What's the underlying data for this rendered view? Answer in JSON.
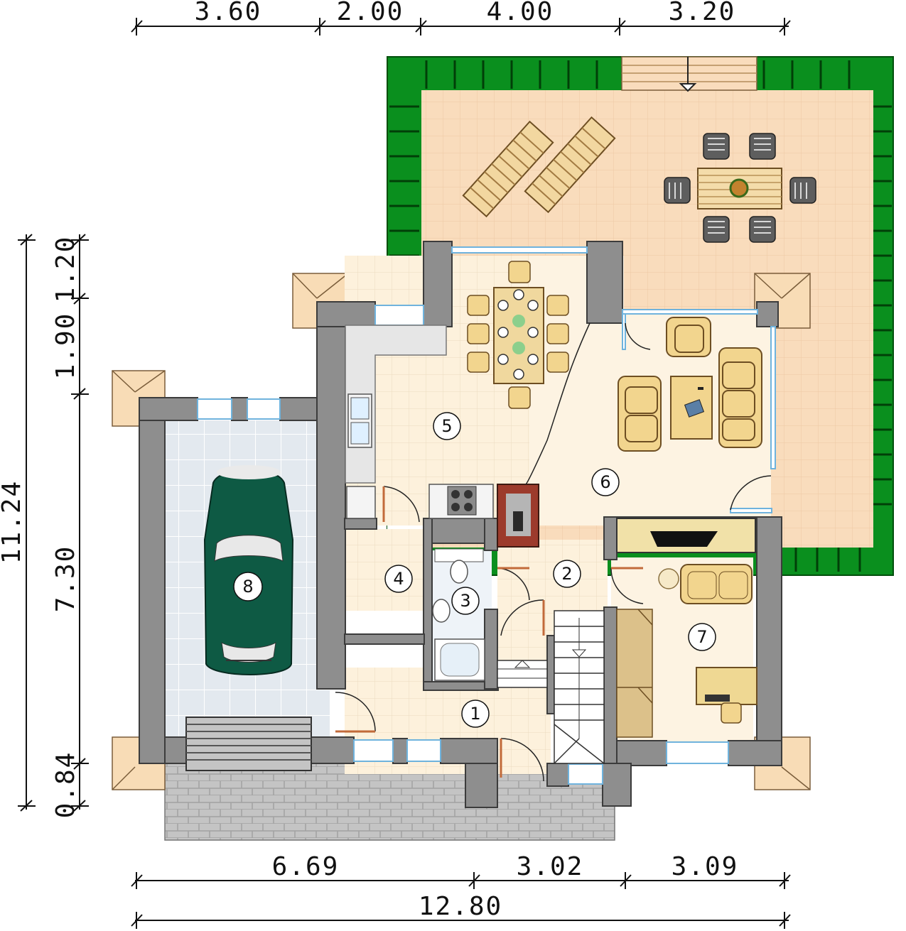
{
  "dimensions": {
    "top": [
      "3.60",
      "2.00",
      "4.00",
      "3.20"
    ],
    "bottom": [
      "6.69",
      "3.02",
      "3.09"
    ],
    "total": "12.80",
    "left_outer": "11.24",
    "left_inner": [
      "1.20",
      "1.90",
      "7.30",
      "0.84"
    ]
  },
  "rooms": [
    "1",
    "2",
    "3",
    "4",
    "5",
    "6",
    "7",
    "8"
  ],
  "colors": {
    "wall": "#8e8e8e",
    "terrace_floor": "#f9dcbc",
    "roof_green": "#0a8f1e",
    "garage_floor": "#e2e8ee",
    "paving": "#bfbfbf",
    "interior_floor": "#fdf1dc"
  }
}
